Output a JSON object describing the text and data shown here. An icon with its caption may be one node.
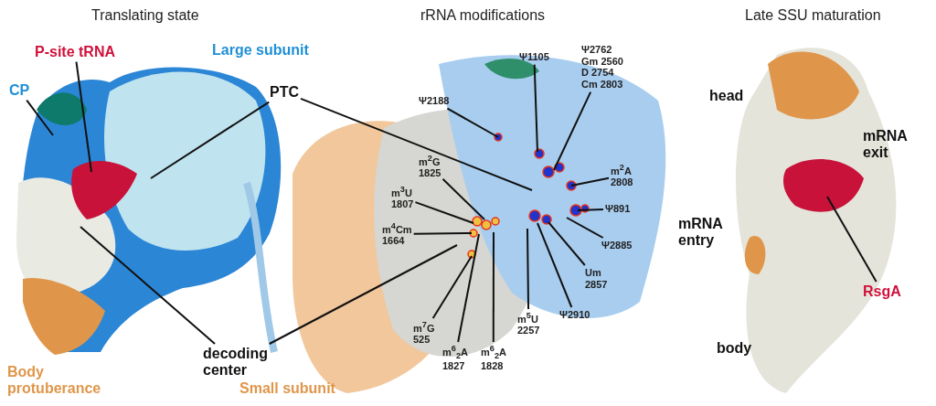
{
  "diagram": {
    "nodes": [
      {
        "text": [
          "P-site tRNA"
        ]
      },
      {
        "text": [
          "CP"
        ]
      },
      {
        "text": [
          "PTC"
        ]
      },
      {
        "text": [
          "decoding center"
        ]
      },
      {
        "text": [
          "Ψ2188"
        ]
      },
      {
        "text": [
          "Ψ1105"
        ]
      },
      {
        "text": [
          "Ψ2762",
          "Gm 2560",
          "D 2754",
          "Cm 2803"
        ]
      },
      {
        "text": [
          "m$^{2}$A 2808"
        ]
      },
      {
        "text": [
          "Ψ891"
        ]
      },
      {
        "text": [
          "Ψ2885"
        ]
      },
      {
        "text": [
          "Um 2857"
        ]
      },
      {
        "text": [
          "Ψ2910"
        ]
      },
      {
        "text": [
          "m$^{5}$U 2257"
        ]
      },
      {
        "text": [
          "m$^{2}$G 1825"
        ]
      },
      {
        "text": [
          "m$^{3}$U 1807"
        ]
      },
      {
        "text": [
          "m$^{4}$Cm 1664"
        ]
      },
      {
        "text": [
          "m$^{7}$G 525"
        ]
      },
      {
        "text": [
          "m$^{6}$$_{2}$A 1827"
        ]
      },
      {
        "text": [
          "m$^{6}$$_{2}$A 1828"
        ]
      },
      {
        "text": [
          "RsgA"
        ]
      }
    ],
    "edges": [
      {
        "from": 0,
        "to": null,
        "arrow": "none"
      },
      {
        "from": 1,
        "to": null,
        "arrow": "none"
      },
      {
        "from": 2,
        "to": null,
        "arrow": "none"
      },
      {
        "from": 2,
        "to": null,
        "arrow": "none"
      },
      {
        "from": 3,
        "to": null,
        "arrow": "none"
      },
      {
        "from": 3,
        "to": null,
        "arrow": "none"
      },
      {
        "from": 4,
        "to": null,
        "arrow": "none"
      },
      {
        "from": 5,
        "to": null,
        "arrow": "none"
      },
      {
        "from": 6,
        "to": null,
        "arrow": "none"
      },
      {
        "from": 7,
        "to": null,
        "arrow": "none"
      },
      {
        "from": 8,
        "to": null,
        "arrow": "none"
      },
      {
        "from": 9,
        "to": null,
        "arrow": "none"
      },
      {
        "from": 10,
        "to": null,
        "arrow": "none"
      },
      {
        "from": 11,
        "to": null,
        "arrow": "none"
      },
      {
        "from": 12,
        "to": null,
        "arrow": "none"
      },
      {
        "from": 13,
        "to": null,
        "arrow": "none"
      },
      {
        "from": 14,
        "to": null,
        "arrow": "none"
      },
      {
        "from": 15,
        "to": null,
        "arrow": "none"
      },
      {
        "from": 16,
        "to": null,
        "arrow": "none"
      },
      {
        "from": 17,
        "to": null,
        "arrow": "none"
      },
      {
        "from": 18,
        "to": null,
        "arrow": "none"
      },
      {
        "from": 19,
        "to": null,
        "arrow": "none"
      }
    ],
    "labels": [
      "Translating state",
      "rRNA modifications",
      "Late SSU maturation",
      "Large subunit",
      "Body protuberance",
      "Small subunit",
      "head",
      "mRNA exit",
      "mRNA entry",
      "body"
    ]
  }
}
